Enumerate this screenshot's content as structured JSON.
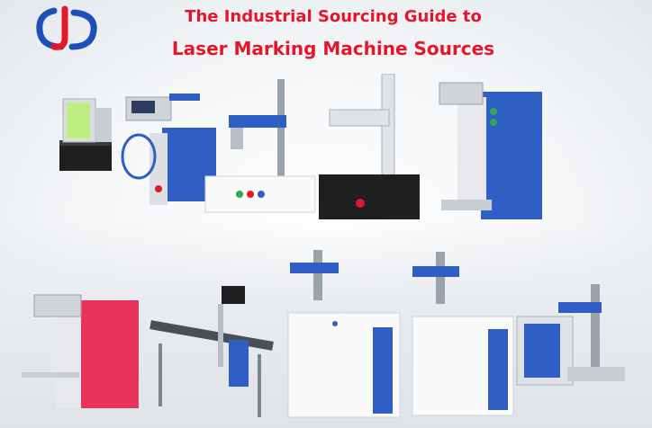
{
  "header": {
    "title_line1": "The Industrial Sourcing Guide to",
    "title_line2": "Laser Marking Machine Sources"
  },
  "logo": {
    "icon": "jd-logo-icon"
  },
  "colors": {
    "title_red": "#e4172a",
    "machine_blue": "#2f5fc4",
    "machine_red": "#e8335a",
    "machine_black": "#1f1f22",
    "metal": "#c9ced4",
    "white": "#fafafa"
  },
  "machines": [
    "enclosed-fiber-laser-marker",
    "handheld-fiber-laser-marker",
    "portable-fiber-laser-marker-white",
    "portable-fiber-laser-marker-black",
    "split-fiber-laser-marker-blue",
    "split-fiber-laser-marker-red",
    "flying-laser-marker-conveyor",
    "desktop-cabinet-laser-marker-1",
    "desktop-cabinet-laser-marker-2",
    "mini-fiber-laser-marker"
  ]
}
